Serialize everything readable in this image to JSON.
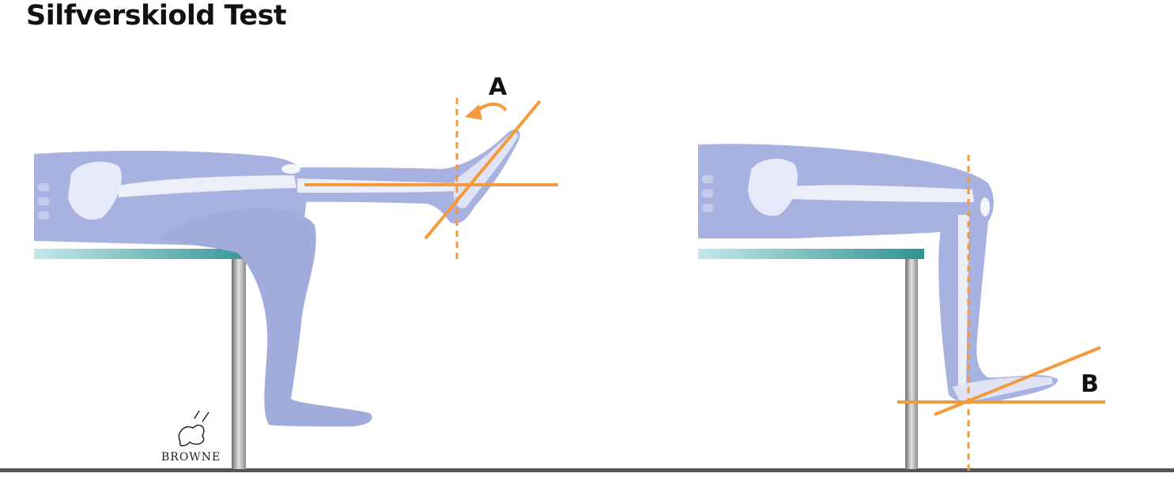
{
  "title": "Silfverskiold Test",
  "panel_a": {
    "label": "A"
  },
  "panel_b": {
    "label": "B"
  },
  "signature": {
    "text": "BROWNE"
  },
  "colors": {
    "body": "#a8b2e0",
    "bone": "#eceef8",
    "table_top_left": "#bfe6e8",
    "table_top_right": "#2f9294",
    "table_leg": "#8a8a8a",
    "floor": "#555555",
    "guide_line": "#f39a3a"
  }
}
